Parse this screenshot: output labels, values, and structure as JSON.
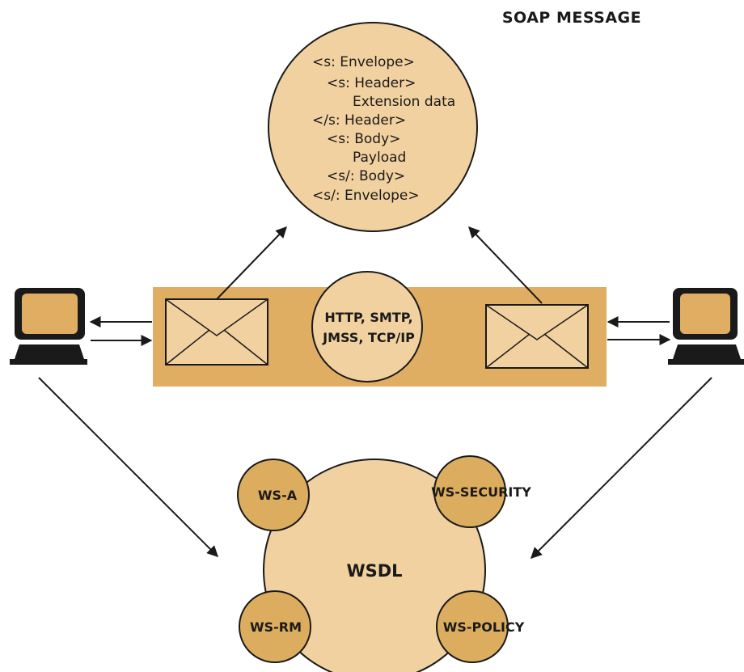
{
  "title": "SOAP MESSAGE",
  "soap_message_lines": [
    "<s: Envelope>",
    "<s: Header>",
    "Extension data",
    "</s: Header>",
    "<s: Body>",
    "Payload",
    "<s/: Body>",
    "<s/: Envelope>"
  ],
  "transport": {
    "line1": "HTTP, SMTP,",
    "line2": "JMSS, TCP/IP"
  },
  "wsdl": {
    "center": "WSDL",
    "modules": {
      "top_left": "WS-A",
      "top_right": "WS-SECURITY",
      "bottom_left": "WS-RM",
      "bottom_right": "WS-POLICY"
    }
  },
  "colors": {
    "light_fill": "#f1d1a0",
    "dark_fill": "#ddad5f",
    "band": "#dfae62",
    "screen": "#dfae62",
    "stroke": "#1a1a1a"
  }
}
